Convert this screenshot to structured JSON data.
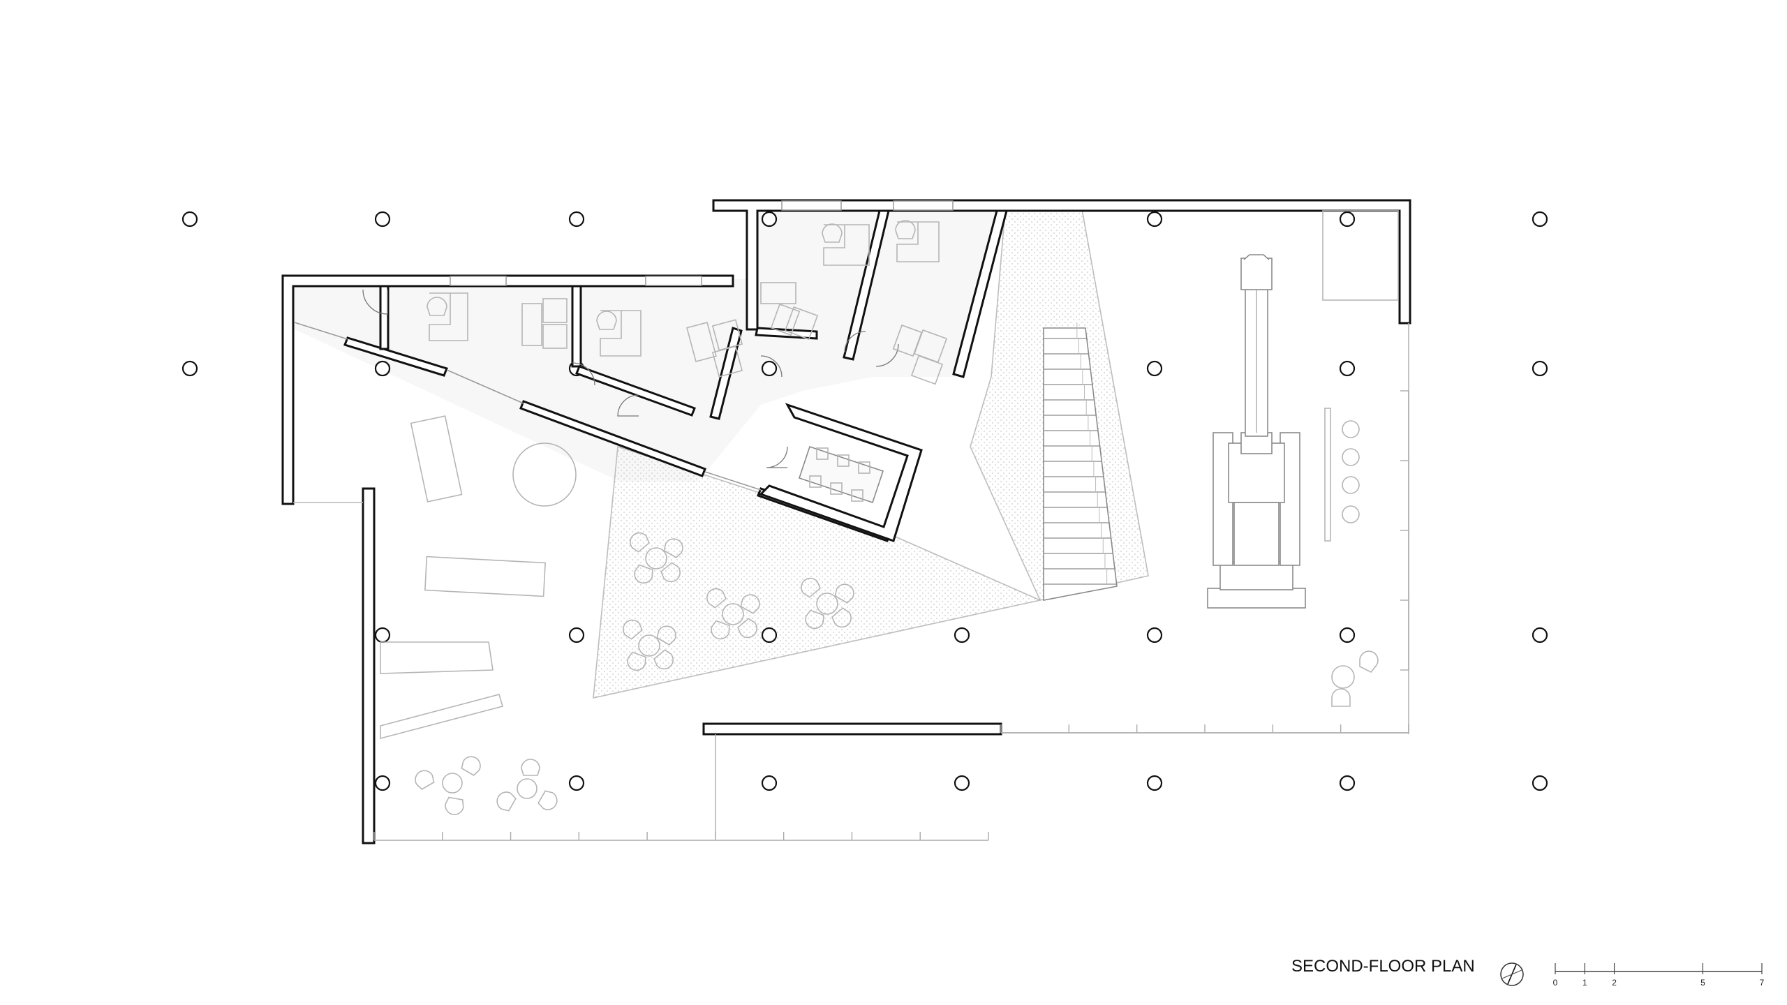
{
  "title": "SECOND-FLOOR PLAN",
  "scale_bar": {
    "labels": [
      "0",
      "1",
      "2",
      "5",
      "7"
    ],
    "values": [
      0,
      1,
      2,
      5,
      7
    ]
  },
  "colors": {
    "wall": "#111111",
    "furniture": "#b5b5b5",
    "room_fill": "#f7f7f7"
  },
  "icons": [
    "north-arrow-icon",
    "column-icon",
    "chair-icon",
    "table-icon",
    "excavator-icon"
  ]
}
